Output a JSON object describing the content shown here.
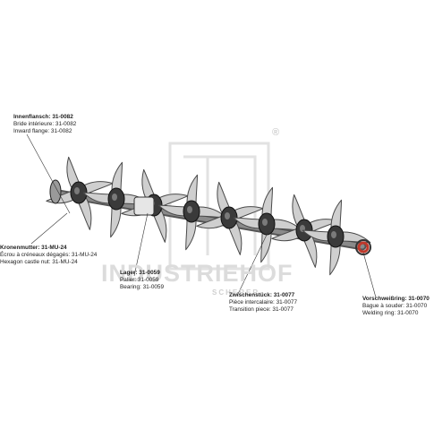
{
  "watermark": {
    "brand": "INDUSTRIEHOF",
    "registered": "®",
    "sub": "SCHERER"
  },
  "callouts": {
    "innenflansch": {
      "title": "Innenflansch: 31-0082",
      "fr": "Bride intérieure: 31-0082",
      "en": "Inward flange: 31-0082"
    },
    "kronenmutter": {
      "title": "Kronenmutter: 31-MU-24",
      "fr": "Écrou à créneaux dégagés: 31-MU-24",
      "en": "Hexagon castle nut: 31-MU-24"
    },
    "lager": {
      "title": "Lager: 31-0059",
      "fr": "Palier: 31-0059",
      "en": "Bearing: 31-0059"
    },
    "zwischenstueck": {
      "title": "Zwischenstück: 31-0077",
      "fr": "Pièce intercalaire: 31-0077",
      "en": "Transition piece: 31-0077"
    },
    "vorschweissring": {
      "title": "Vorschweißring: 31-0070",
      "fr": "Bague à souder: 31-0070",
      "en": "Welding ring: 31-0070"
    }
  },
  "colors": {
    "tine": "#cfcfcf",
    "tine_edge": "#4a4a4a",
    "hub": "#3a3a3a",
    "ring": "#c0392b",
    "watermark": "#d9d9d9"
  }
}
